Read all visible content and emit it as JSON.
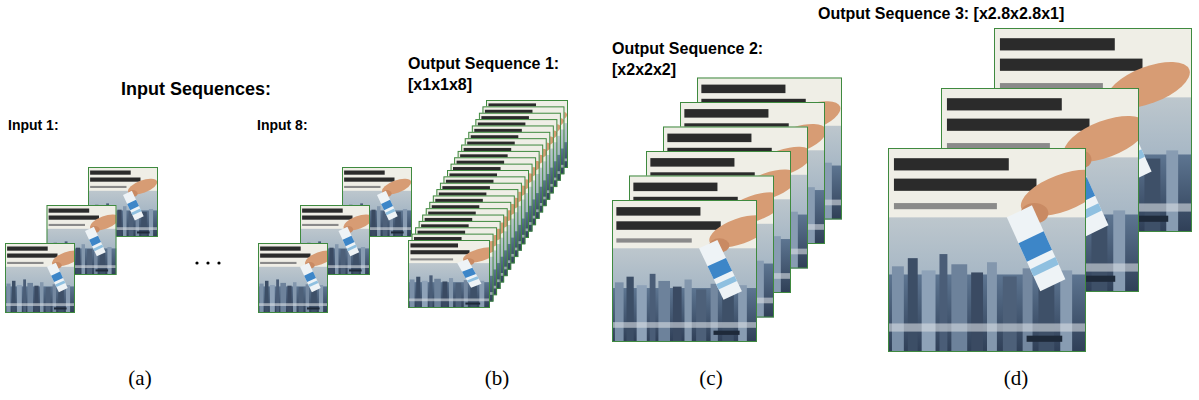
{
  "diagram": {
    "labels": [
      "Input Sequences:",
      "Input 1:",
      "Input 8:",
      "Output Sequence 1:",
      "[x1x1x8]",
      "Output Sequence 2:",
      "[x2x2x2]",
      "Output Sequence 3: [x2.8x2.8x1]",
      "(a)",
      "(b)",
      "(c)",
      "(d)"
    ]
  }
}
